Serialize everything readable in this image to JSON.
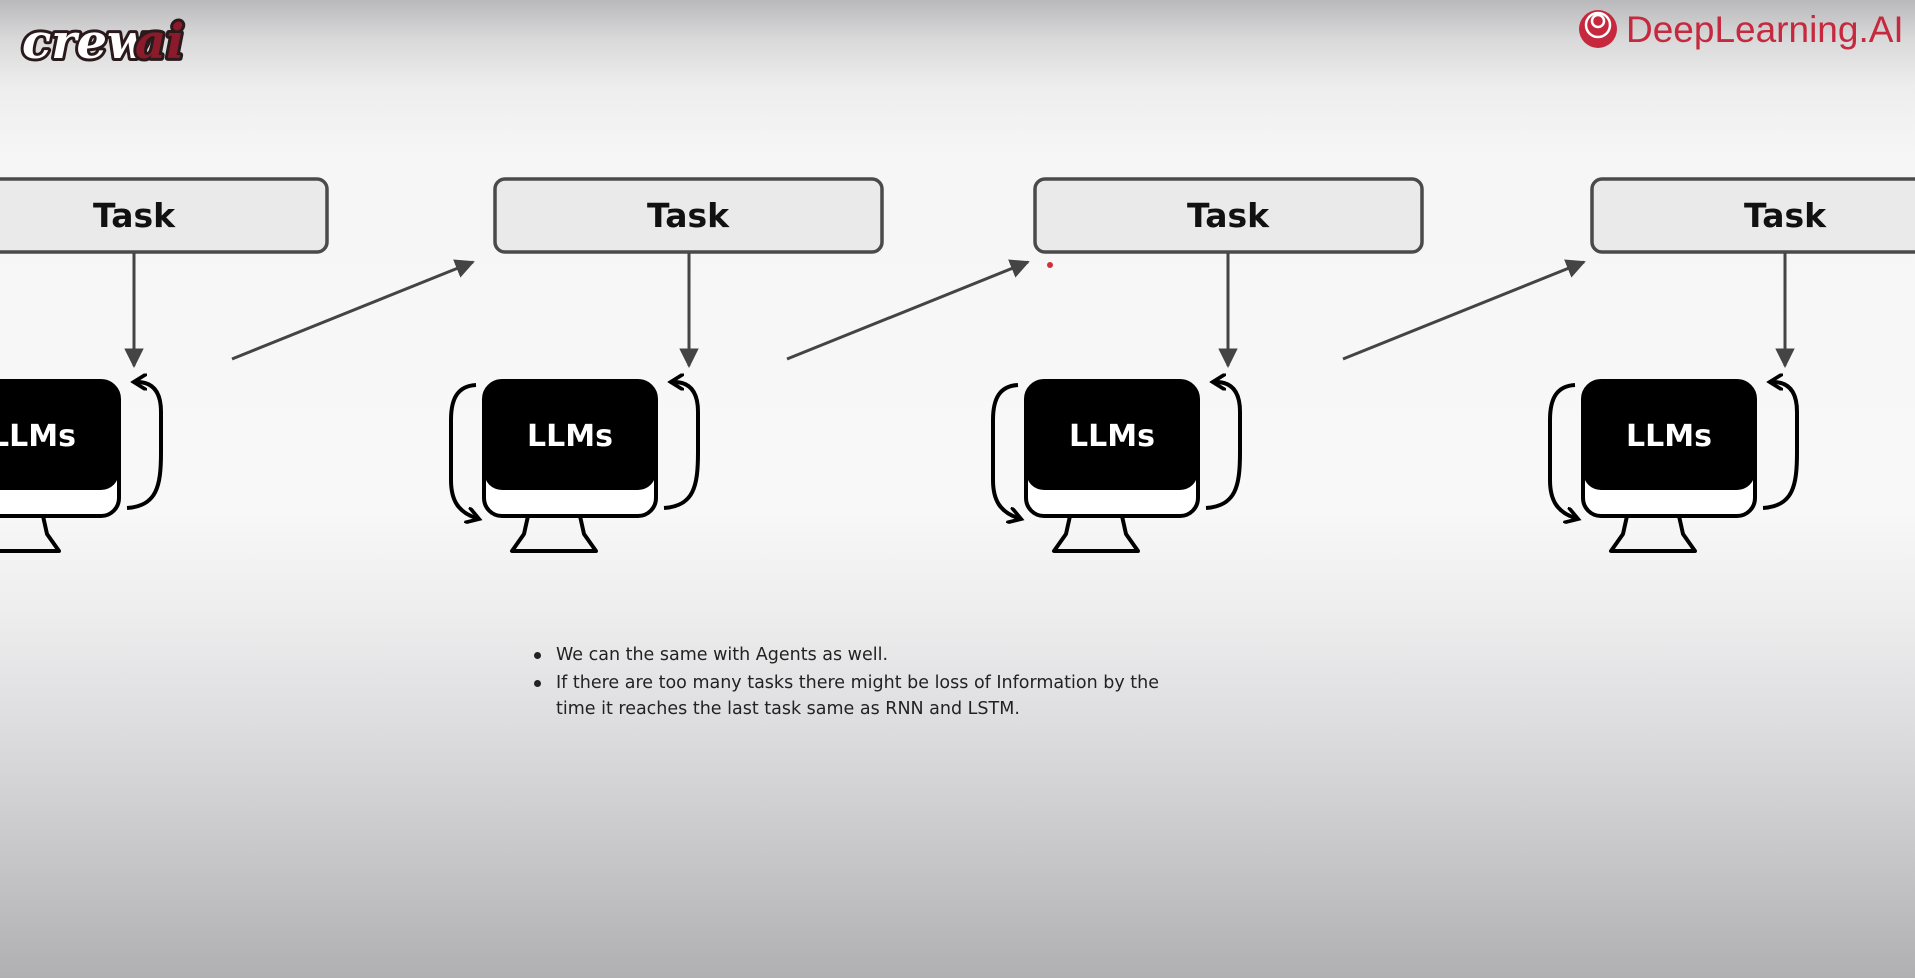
{
  "logos": {
    "left": {
      "name": "crewai-logo",
      "word_a": "crew",
      "word_b": "ai",
      "color_a": "#ffffff",
      "color_b": "#8b1a2b",
      "outline": "#2a1a1c"
    },
    "right": {
      "name": "deeplearning-ai-logo",
      "text": "DeepLearning.AI",
      "color": "#c6283e"
    }
  },
  "diagram": {
    "task_label": "Task",
    "llm_label": "LLMs",
    "colors": {
      "box_fill": "#e9eae9",
      "box_stroke": "#4a4a4a",
      "arrow": "#444444",
      "monitor": "#000000",
      "screen_bezel": "#ffffff"
    }
  },
  "notes": [
    "We can the same with Agents as well.",
    "If there are too many tasks there might be loss of Information by the time it reaches the last task same as RNN and LSTM."
  ]
}
